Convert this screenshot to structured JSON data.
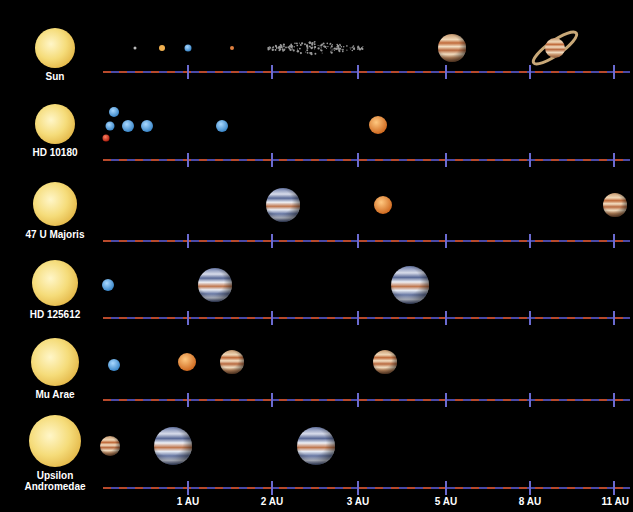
{
  "diagram": {
    "nodes": [
      {
        "text": [
          "Sun"
        ]
      },
      {
        "text": [
          "HD 10180"
        ]
      },
      {
        "text": [
          "47 U Majoris"
        ]
      },
      {
        "text": [
          "HD 125612"
        ]
      },
      {
        "text": [
          "Mu Arae"
        ]
      },
      {
        "text": [
          "Upsilon Andromedae"
        ]
      }
    ],
    "labels": [
      "1 AU",
      "2 AU",
      "3 AU",
      "5 AU",
      "8 AU",
      "11 AU"
    ]
  }
}
